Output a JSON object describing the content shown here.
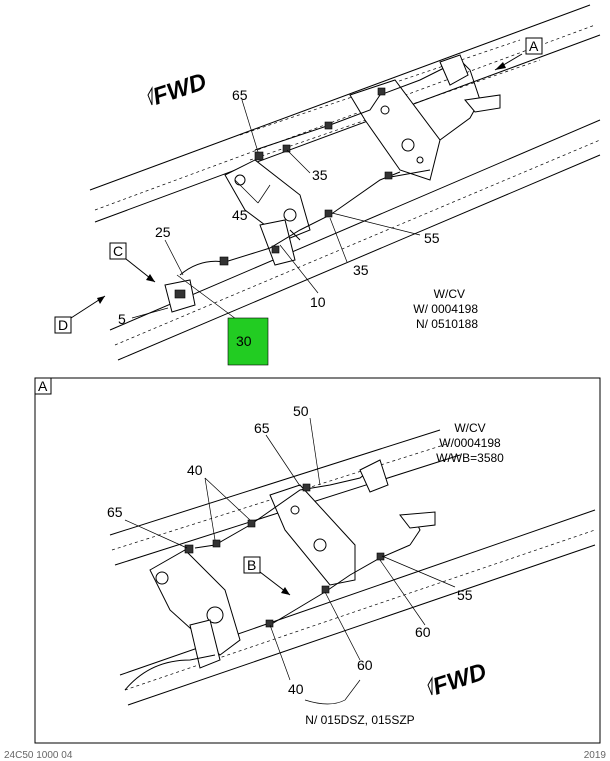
{
  "top_view": {
    "fwd_label": "FWD",
    "view_refs": {
      "a": "A",
      "c": "C",
      "d": "D"
    },
    "callouts": {
      "c65": "65",
      "c35a": "35",
      "c45": "45",
      "c25": "25",
      "c55": "55",
      "c35b": "35",
      "c10": "10",
      "c5": "5",
      "c30": "30"
    },
    "note_lines": [
      "W/CV",
      "W/ 0004198",
      "N/ 0510188"
    ],
    "highlight_color": "#22cc22"
  },
  "detail_view": {
    "frame_label": "A",
    "fwd_label": "FWD",
    "view_ref_b": "B",
    "callouts": {
      "c50": "50",
      "c65a": "65",
      "c40a": "40",
      "c65b": "65",
      "c55": "55",
      "c60a": "60",
      "c60b": "60",
      "c40b": "40"
    },
    "note_lines": [
      "W/CV",
      "W/0004198",
      "W/WB=3580"
    ],
    "footnote": "N/ 015DSZ, 015SZP"
  },
  "footer": {
    "left": "24C50 1000 04",
    "right": "2019"
  }
}
